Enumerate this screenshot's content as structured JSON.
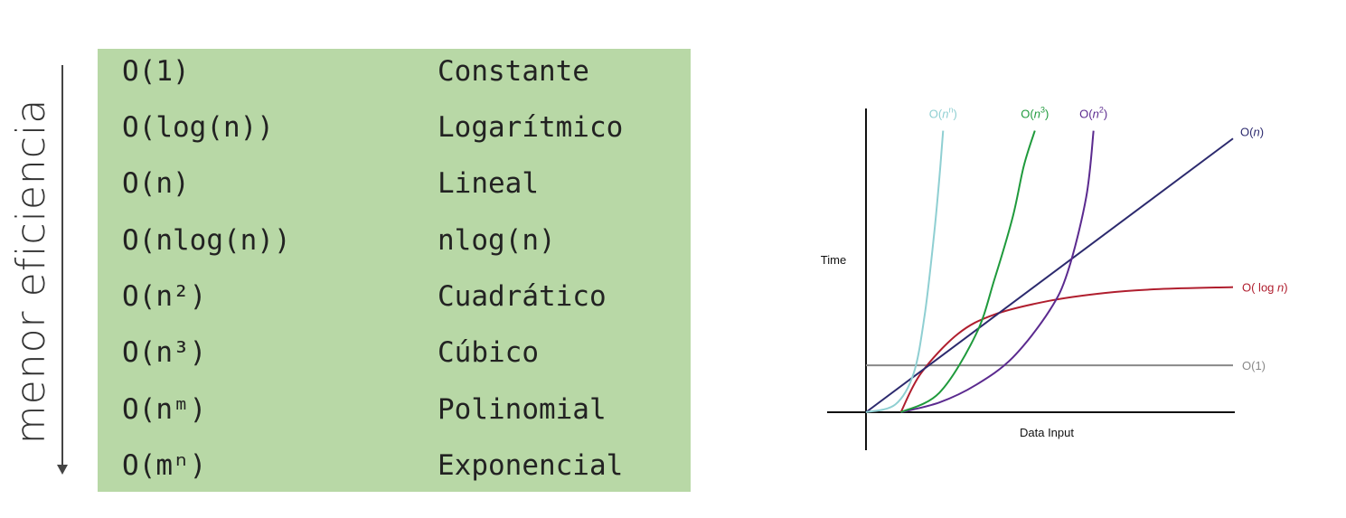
{
  "side_label": "menor eficiencia",
  "complexity_table": [
    {
      "notation": "O(1)",
      "name": "Constante"
    },
    {
      "notation": "O(log(n))",
      "name": "Logarítmico"
    },
    {
      "notation": "O(n)",
      "name": "Lineal"
    },
    {
      "notation": "O(nlog(n))",
      "name": "nlog(n)"
    },
    {
      "notation": "O(n²)",
      "name": "Cuadrático"
    },
    {
      "notation": "O(n³)",
      "name": "Cúbico"
    },
    {
      "notation": "O(nᵐ)",
      "name": "Polinomial"
    },
    {
      "notation": "O(mⁿ)",
      "name": "Exponencial"
    }
  ],
  "colors": {
    "table_bg": "#b8d8a6",
    "axis": "#111111"
  },
  "chart_data": {
    "type": "line",
    "xlabel": "Data Input",
    "ylabel": "Time",
    "grid": false,
    "legend": "labels at line ends",
    "xlim": [
      0,
      10
    ],
    "ylim": [
      0,
      8
    ],
    "series": [
      {
        "name": "O(1)",
        "label_parts": [
          "O(1)"
        ],
        "color": "#888888",
        "x": [
          0,
          10
        ],
        "y": [
          1.2,
          1.2
        ]
      },
      {
        "name": "O( log n)",
        "label_parts": [
          "O( log ",
          "n",
          ")"
        ],
        "color": "#b01e2e",
        "x": [
          0.95,
          1.5,
          2.5,
          3.5,
          5,
          6.5,
          8,
          10
        ],
        "y": [
          0,
          1.0,
          2.0,
          2.5,
          2.85,
          3.05,
          3.15,
          3.2
        ]
      },
      {
        "name": "O(n)",
        "label_parts": [
          "O(",
          "n",
          ")"
        ],
        "color": "#2c2a6e",
        "x": [
          0,
          10
        ],
        "y": [
          0,
          7
        ]
      },
      {
        "name": "O(n2)",
        "label_parts": [
          "O(",
          "n",
          "2",
          ")"
        ],
        "color": "#5b2a8f",
        "x": [
          0.95,
          2,
          3,
          4,
          5,
          5.5,
          6,
          6.2
        ],
        "y": [
          0,
          0.25,
          0.7,
          1.4,
          2.6,
          3.6,
          5.5,
          7.2
        ]
      },
      {
        "name": "O(n3)",
        "label_parts": [
          "O(",
          "n",
          "3",
          ")"
        ],
        "color": "#1f9a3c",
        "x": [
          0.95,
          2,
          3,
          3.5,
          4,
          4.3,
          4.6
        ],
        "y": [
          0,
          0.5,
          2.0,
          3.4,
          5.0,
          6.3,
          7.2
        ]
      },
      {
        "name": "O(nn)",
        "label_parts": [
          "O(",
          "n",
          "n",
          ")"
        ],
        "color": "#8fcfd2",
        "x": [
          0,
          0.8,
          1.3,
          1.6,
          1.85,
          2.0,
          2.1
        ],
        "y": [
          0,
          0.2,
          1.0,
          2.5,
          4.5,
          6.0,
          7.2
        ]
      }
    ]
  }
}
